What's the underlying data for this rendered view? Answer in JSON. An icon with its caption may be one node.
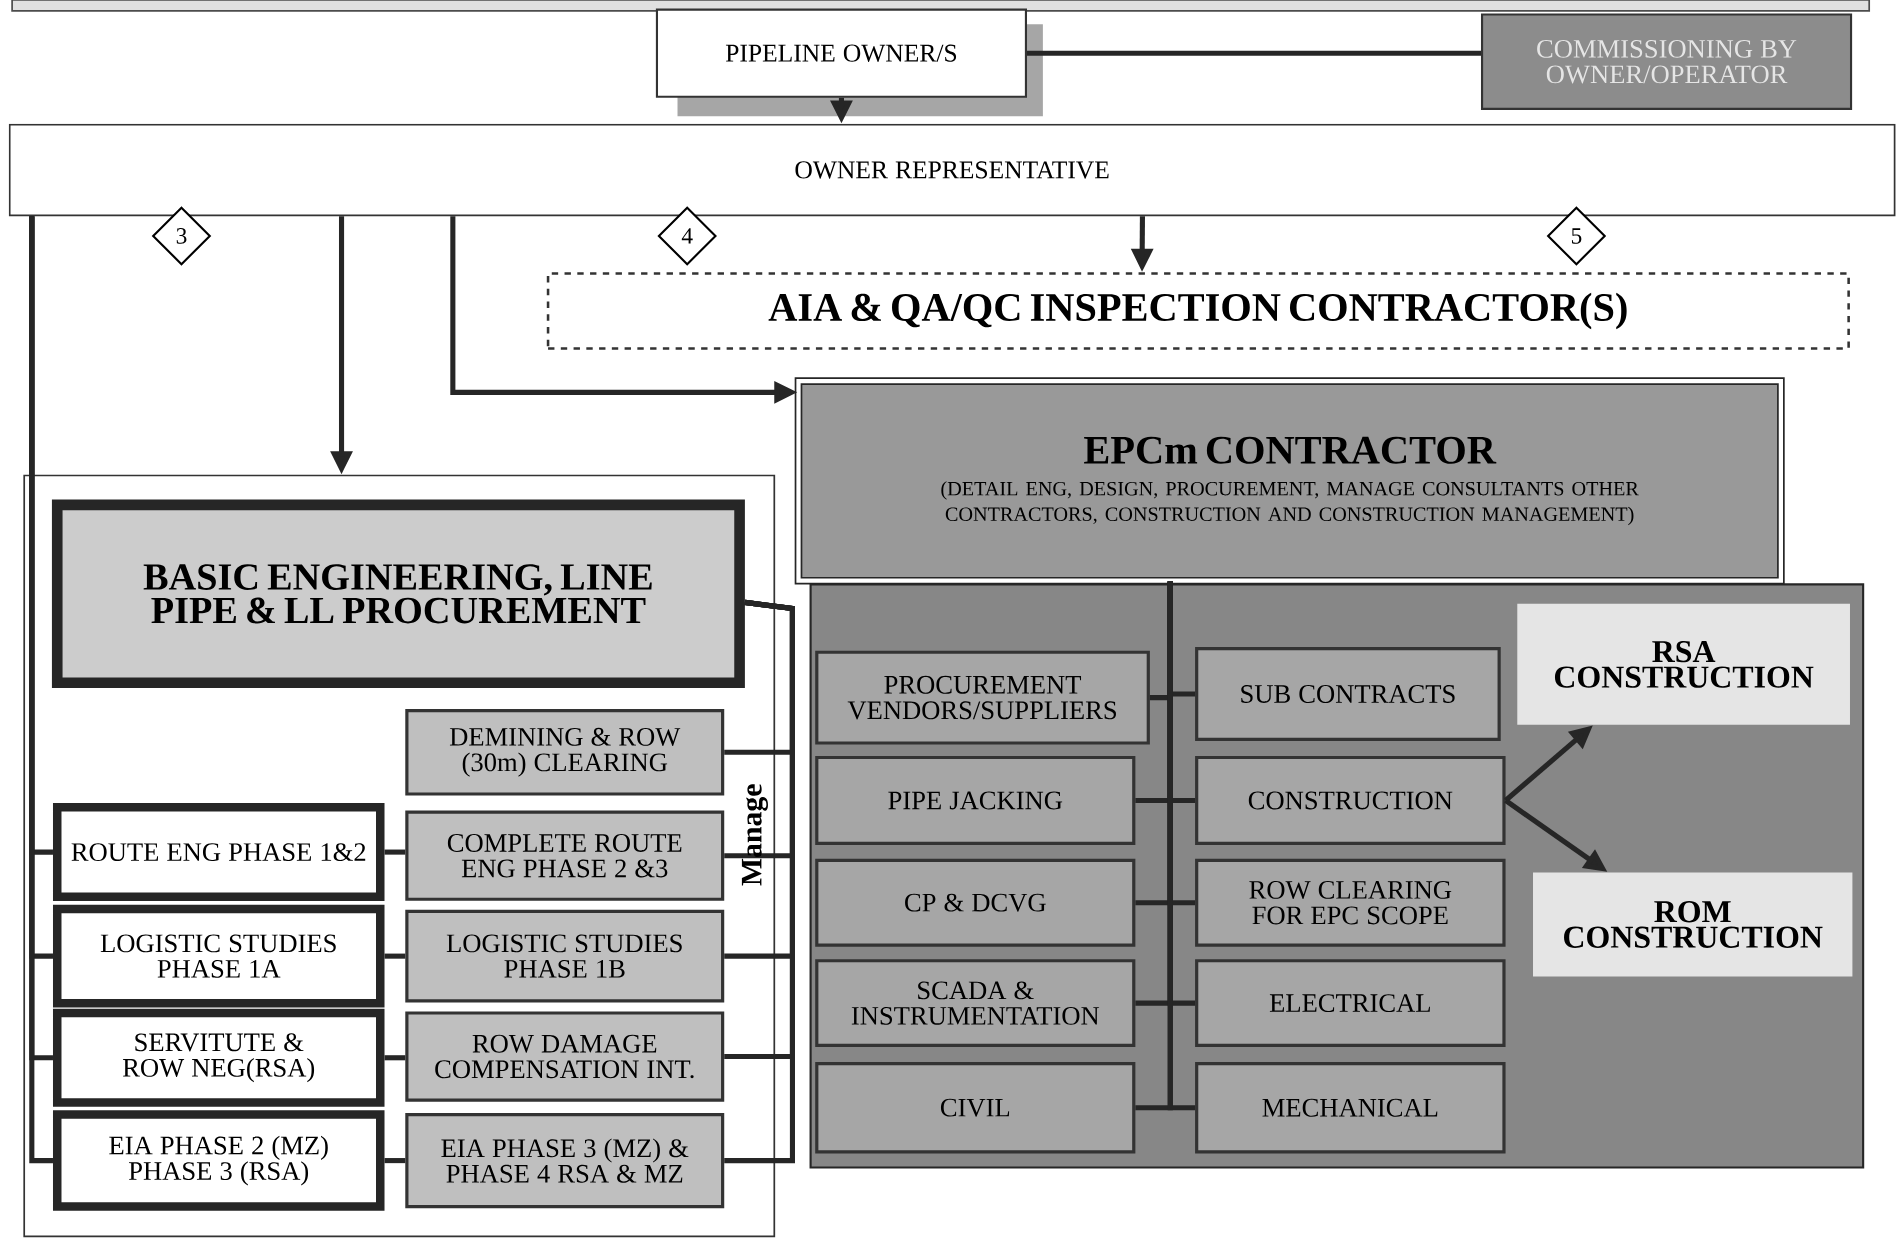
{
  "diagram": {
    "nodes": [
      {
        "text": [],
        "shape": "box"
      },
      {
        "text": [
          "PIPELINE OWNER/S"
        ]
      },
      {
        "text": [
          "COMMISSIONING BY OWNER/OPERATOR"
        ]
      },
      {
        "text": [
          "OWNER REPRESENTATIVE"
        ]
      },
      {
        "text": [
          "3"
        ]
      },
      {
        "text": [
          "4"
        ]
      },
      {
        "text": [
          "5"
        ]
      },
      {
        "text": [
          "AIA & QA/QC INSPECTION CONTRACTOR(S)"
        ]
      },
      {
        "text": [],
        "shape": "box"
      },
      {
        "text": [
          "BASIC ENGINEERING, LINE PIPE & LL PROCUREMENT"
        ],
        "in": 8
      },
      {
        "text": [
          "DEMINING & ROW (30m) CLEARING"
        ],
        "in": 8
      },
      {
        "text": [
          "ROUTE ENG PHASE 1&2"
        ],
        "in": 8
      },
      {
        "text": [
          "COMPLETE ROUTE ENG PHASE 2 &3"
        ],
        "in": 8
      },
      {
        "text": [
          "LOGISTIC STUDIES PHASE 1A"
        ],
        "in": 8
      },
      {
        "text": [
          "LOGISTIC STUDIES PHASE 1B"
        ],
        "in": 8
      },
      {
        "text": [
          "SERVITUTE & ROW NEG(RSA)"
        ],
        "in": 8
      },
      {
        "text": [
          "ROW DAMAGE COMPENSATION INT."
        ],
        "in": 8
      },
      {
        "text": [
          "EIA PHASE 2 (MZ) PHASE 3 (RSA)"
        ],
        "in": 8
      },
      {
        "text": [
          "EIA PHASE 3 (MZ) & PHASE 4 RSA & MZ"
        ],
        "in": 8
      },
      {
        "text": [
          "EPCm CONTRACTOR",
          "(DETAIL ENG, DESIGN, PROCUREMENT, MANAGE CONSULTANTS OTHER CONTRACTORS, CONSTRUCTION AND CONSTRUCTION MANAGEMENT)"
        ]
      },
      {
        "text": [],
        "shape": "box"
      },
      {
        "text": [
          "PROCUREMENT VENDORS/SUPPLIERS"
        ],
        "in": 20
      },
      {
        "text": [
          "SUB CONTRACTS"
        ],
        "in": 20
      },
      {
        "text": [
          "PIPE JACKING"
        ],
        "in": 20
      },
      {
        "text": [
          "CONSTRUCTION"
        ],
        "in": 20
      },
      {
        "text": [
          "CP & DCVG"
        ],
        "in": 20
      },
      {
        "text": [
          "ROW CLEARING FOR EPC SCOPE"
        ],
        "in": 20
      },
      {
        "text": [
          "SCADA & INSTRUMENTATION"
        ],
        "in": 20
      },
      {
        "text": [
          "ELECTRICAL"
        ],
        "in": 20
      },
      {
        "text": [
          "CIVIL"
        ],
        "in": 20
      },
      {
        "text": [
          "MECHANICAL"
        ],
        "in": 20
      },
      {
        "text": [
          "RSA CONSTRUCTION"
        ],
        "in": 20
      },
      {
        "text": [
          "ROM CONSTRUCTION"
        ],
        "in": 20
      }
    ],
    "edges": [
      {
        "from": 1,
        "to": 3,
        "arrow": "to"
      },
      {
        "from": 1,
        "to": 2,
        "arrow": "none"
      },
      {
        "from": 3,
        "to": 7,
        "arrow": "to"
      },
      {
        "from": 3,
        "to": 8,
        "arrow": "to"
      },
      {
        "from": 3,
        "to": 19,
        "arrow": "to"
      },
      {
        "from": 3,
        "to": 11,
        "arrow": "none"
      },
      {
        "from": 3,
        "to": 13,
        "arrow": "none"
      },
      {
        "from": 3,
        "to": 15,
        "arrow": "none"
      },
      {
        "from": 3,
        "to": 17,
        "arrow": "none"
      },
      {
        "from": 9,
        "to": 10,
        "arrow": "none"
      },
      {
        "from": 9,
        "to": 12,
        "arrow": "none"
      },
      {
        "from": 9,
        "to": 14,
        "arrow": "none"
      },
      {
        "from": 9,
        "to": 16,
        "arrow": "none"
      },
      {
        "from": 9,
        "to": 18,
        "arrow": "none"
      },
      {
        "from": 11,
        "to": 12,
        "arrow": "none"
      },
      {
        "from": 13,
        "to": 14,
        "arrow": "none"
      },
      {
        "from": 15,
        "to": 16,
        "arrow": "none"
      },
      {
        "from": 17,
        "to": 18,
        "arrow": "none"
      },
      {
        "from": 19,
        "to": 21,
        "arrow": "none"
      },
      {
        "from": 19,
        "to": 22,
        "arrow": "none"
      },
      {
        "from": 19,
        "to": 23,
        "arrow": "none"
      },
      {
        "from": 19,
        "to": 24,
        "arrow": "none"
      },
      {
        "from": 19,
        "to": 25,
        "arrow": "none"
      },
      {
        "from": 19,
        "to": 26,
        "arrow": "none"
      },
      {
        "from": 19,
        "to": 27,
        "arrow": "none"
      },
      {
        "from": 19,
        "to": 28,
        "arrow": "none"
      },
      {
        "from": 19,
        "to": 29,
        "arrow": "none"
      },
      {
        "from": 19,
        "to": 30,
        "arrow": "none"
      },
      {
        "from": 24,
        "to": 31,
        "arrow": "to"
      },
      {
        "from": 24,
        "to": 32,
        "arrow": "to"
      }
    ],
    "labels": [
      "Manage"
    ]
  }
}
